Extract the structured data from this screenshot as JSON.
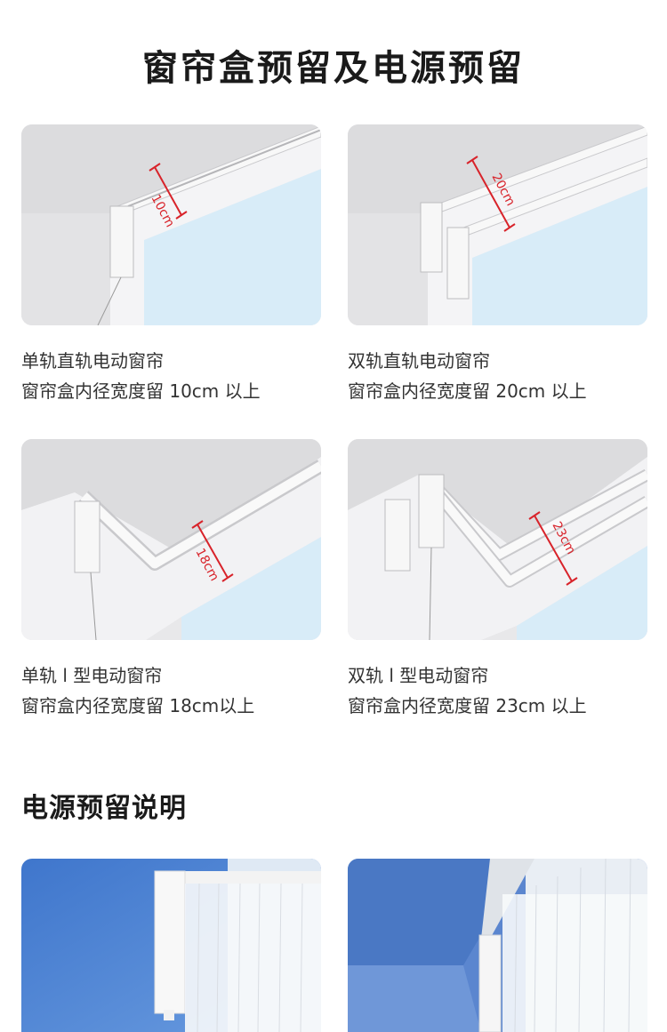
{
  "page": {
    "title": "窗帘盒预留及电源预留",
    "section_title": "电源预留说明"
  },
  "cards": [
    {
      "dimension": "10cm",
      "line1": "单轨直轨电动窗帘",
      "line2": "窗帘盒内径宽度留 10cm 以上"
    },
    {
      "dimension": "20cm",
      "line1": "双轨直轨电动窗帘",
      "line2": "窗帘盒内径宽度留 20cm 以上"
    },
    {
      "dimension": "18cm",
      "line1": "单轨 l 型电动窗帘",
      "line2": "窗帘盒内径宽度留 18cm以上"
    },
    {
      "dimension": "23cm",
      "line1": "双轨 l 型电动窗帘",
      "line2": "窗帘盒内径宽度留 23cm 以上"
    }
  ],
  "colors": {
    "dimension_marker": "#d8232a",
    "window_sky": "#d8ecf8",
    "wall": "#ececee",
    "photo_wall": "#4a7fd0"
  }
}
